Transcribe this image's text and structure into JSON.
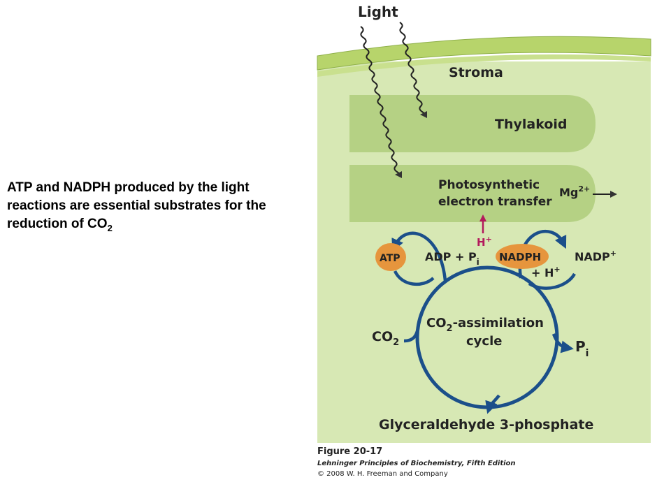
{
  "caption": {
    "main": "ATP and NADPH produced by the light reactions are essential substrates for the reduction of CO",
    "sub": "2"
  },
  "diagram": {
    "light": "Light",
    "stroma": "Stroma",
    "thylakoid": "Thylakoid",
    "photo_line1": "Photosynthetic",
    "photo_line2": "electron transfer",
    "mg": "Mg",
    "mg_sup": "2+",
    "h_main": "H",
    "h_sup": "+",
    "atp": "ATP",
    "adp": "ADP + P",
    "adp_sub": "i",
    "nadph": "NADPH",
    "nadph_h": "+ H",
    "nadph_h_sup": "+",
    "nadp": "NADP",
    "nadp_sup": "+",
    "co2_in": "CO",
    "co2_in_sub": "2",
    "cycle_line1": "CO",
    "cycle_line1_sub": "2",
    "cycle_line1_rest": "-assimilation",
    "cycle_line2": "cycle",
    "pi_out": "P",
    "pi_out_sub": "i",
    "product": "Glyceraldehyde 3-phosphate"
  },
  "credits": {
    "figure": "Figure 20-17",
    "book": "Lehninger Principles of Biochemistry, Fifth Edition",
    "copyright": "© 2008 W. H. Freeman and Company"
  },
  "colors": {
    "stroma_fill": "#d7e8b4",
    "membrane": "#b7d46b",
    "thylakoid_fill": "#b5d184",
    "arrow_blue": "#1b4f8a",
    "orange": "#e6953d",
    "magenta": "#b3195c"
  }
}
